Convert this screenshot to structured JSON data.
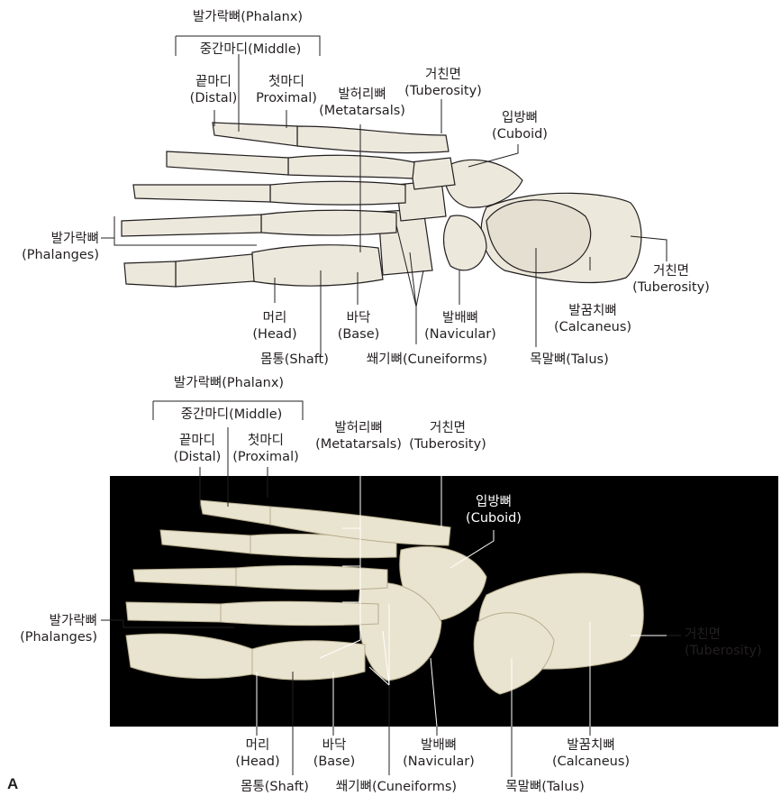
{
  "figure_letter": "A",
  "colors": {
    "line": "#231f20",
    "bone_fill": "#ece8dc",
    "bone_shade": "#d9d3c2",
    "photo_bg": "#000000",
    "photo_bone": "#e9e4cf"
  },
  "drawing": {
    "phalanx_group": "발가락뼈(Phalanx)",
    "middle": "중간마디(Middle)",
    "distal_ko": "끝마디",
    "distal_en": "(Distal)",
    "proximal_ko": "첫마디",
    "proximal_en": "Proximal)",
    "metatarsals_ko": "발허리뼈",
    "metatarsals_en": "(Metatarsals)",
    "tuberosity_ko": "거친면",
    "tuberosity_en": "(Tuberosity)",
    "cuboid_ko": "입방뼈",
    "cuboid_en": "(Cuboid)",
    "phalanges_ko": "발가락뼈",
    "phalanges_en": "(Phalanges)",
    "calc_tub_ko": "거친면",
    "calc_tub_en": "(Tuberosity)",
    "head_ko": "머리",
    "head_en": "(Head)",
    "base_ko": "바닥",
    "base_en": "(Base)",
    "navicular_ko": "발배뼈",
    "navicular_en": "(Navicular)",
    "calcaneus_ko": "발꿈치뼈",
    "calcaneus_en": "(Calcaneus)",
    "shaft": "몸통(Shaft)",
    "cuneiforms": "쐐기뼈(Cuneiforms)",
    "talus": "목말뼈(Talus)"
  },
  "photo": {
    "phalanx_group": "발가락뼈(Phalanx)",
    "middle": "중간마디(Middle)",
    "distal_ko": "끝마디",
    "distal_en": "(Distal)",
    "proximal_ko": "첫마디",
    "proximal_en": "(Proximal)",
    "metatarsals_ko": "발허리뼈",
    "metatarsals_en": "(Metatarsals)",
    "tuberosity_ko": "거친면",
    "tuberosity_en": "(Tuberosity)",
    "cuboid_ko": "입방뼈",
    "cuboid_en": "(Cuboid)",
    "phalanges_ko": "발가락뼈",
    "phalanges_en": "(Phalanges)",
    "calc_tub_ko": "거친면",
    "calc_tub_en": "(Tuberosity)",
    "head_ko": "머리",
    "head_en": "(Head)",
    "base_ko": "바닥",
    "base_en": "(Base)",
    "navicular_ko": "발배뼈",
    "navicular_en": "(Navicular)",
    "calcaneus_ko": "발꿈치뼈",
    "calcaneus_en": "(Calcaneus)",
    "shaft": "몸통(Shaft)",
    "cuneiforms": "쐐기뼈(Cuneiforms)",
    "talus": "목말뼈(Talus)"
  }
}
